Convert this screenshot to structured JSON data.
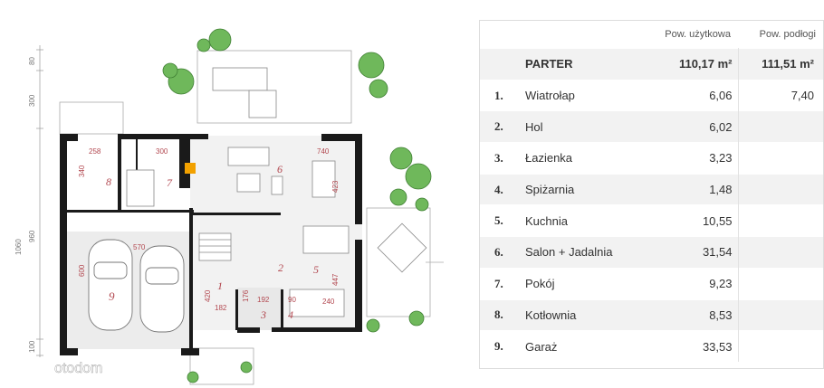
{
  "plan": {
    "rooms": [
      {
        "id": "1",
        "label": "1"
      },
      {
        "id": "2",
        "label": "2"
      },
      {
        "id": "3",
        "label": "3"
      },
      {
        "id": "4",
        "label": "4"
      },
      {
        "id": "5",
        "label": "5"
      },
      {
        "id": "6",
        "label": "6"
      },
      {
        "id": "7",
        "label": "7"
      },
      {
        "id": "8",
        "label": "8"
      },
      {
        "id": "9",
        "label": "9"
      }
    ],
    "dimensions": {
      "d258": "258",
      "d300": "300",
      "d740": "740",
      "d340": "340",
      "d423": "423",
      "d570": "570",
      "d600": "600",
      "d447": "447",
      "d420": "420",
      "d182": "182",
      "d176": "176",
      "d192": "192",
      "d90": "90",
      "d240": "240"
    },
    "side_dimensions": {
      "s80": "80",
      "s300": "300",
      "s960": "960",
      "s1060": "1060",
      "s100": "100"
    },
    "watermark": "otodom"
  },
  "table": {
    "headers": {
      "area_usable": "Pow. użytkowa",
      "area_floor": "Pow. podłogi"
    },
    "floor": {
      "name": "PARTER",
      "area_usable": "110,17 m²",
      "area_floor": "111,51 m²"
    },
    "rows": [
      {
        "num": "1.",
        "name": "Wiatrołap",
        "area": "6,06",
        "floor_area": "7,40"
      },
      {
        "num": "2.",
        "name": "Hol",
        "area": "6,02",
        "floor_area": ""
      },
      {
        "num": "3.",
        "name": "Łazienka",
        "area": "3,23",
        "floor_area": ""
      },
      {
        "num": "4.",
        "name": "Spiżarnia",
        "area": "1,48",
        "floor_area": ""
      },
      {
        "num": "5.",
        "name": "Kuchnia",
        "area": "10,55",
        "floor_area": ""
      },
      {
        "num": "6.",
        "name": "Salon + Jadalnia",
        "area": "31,54",
        "floor_area": ""
      },
      {
        "num": "7.",
        "name": "Pokój",
        "area": "9,23",
        "floor_area": ""
      },
      {
        "num": "8.",
        "name": "Kotłownia",
        "area": "8,53",
        "floor_area": ""
      },
      {
        "num": "9.",
        "name": "Garaż",
        "area": "33,53",
        "floor_area": ""
      }
    ]
  },
  "colors": {
    "wall": "#1a1a1a",
    "room_label": "#b2474f",
    "table_stripe": "#f2f2f2"
  }
}
